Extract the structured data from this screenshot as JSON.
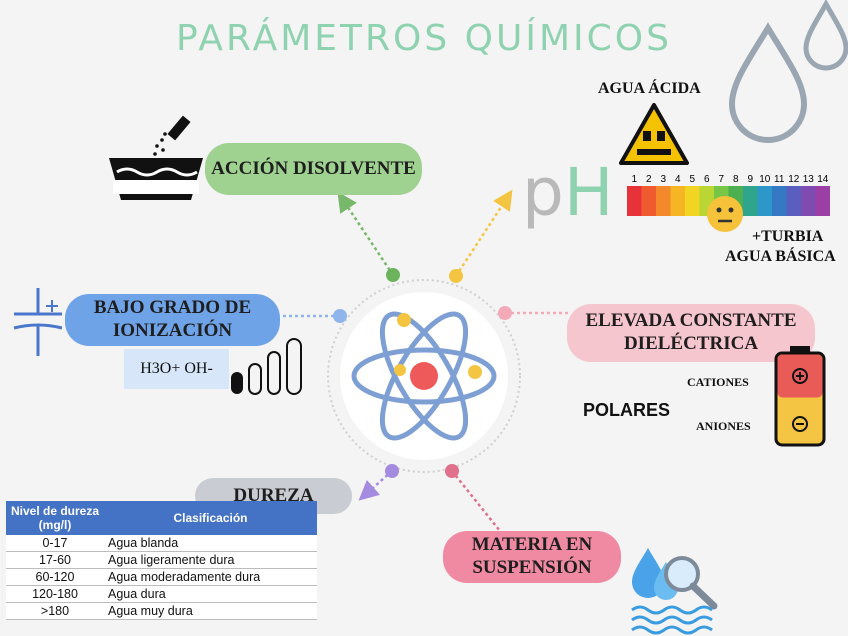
{
  "title": "PARÁMETROS QUÍMICOS",
  "nodes": {
    "disolvente": "ACCIÓN DISOLVENTE",
    "ionizacion_line1": "BAJO GRADO DE",
    "ionizacion_line2": "IONIZACIÓN",
    "ions": "H3O+   OH-",
    "dielectrica_line1": "ELEVADA CONSTANTE",
    "dielectrica_line2": "DIELÉCTRICA",
    "dureza": "DUREZA",
    "materia_line1": "MATERIA EN",
    "materia_line2": "SUSPENSIÓN"
  },
  "ph": {
    "symbol": "pH",
    "acid_label": "AGUA ÁCIDA",
    "basic_line1": "+TURBIA",
    "basic_line2": "AGUA BÁSICA",
    "scale": [
      "1",
      "2",
      "3",
      "4",
      "5",
      "6",
      "7",
      "8",
      "9",
      "10",
      "11",
      "12",
      "13",
      "14"
    ],
    "scale_colors": [
      "#e8323a",
      "#ef5a2f",
      "#f3892a",
      "#f6b624",
      "#f2d425",
      "#b9d632",
      "#78c646",
      "#4caf50",
      "#2ea58c",
      "#2e97c9",
      "#3578c4",
      "#5a5fbf",
      "#7f4bb0",
      "#9b3fa4"
    ]
  },
  "battery": {
    "polares": "POLARES",
    "cationes": "CATIONES",
    "aniones": "ANIONES"
  },
  "hardness_table": {
    "headers": [
      "Nivel de dureza (mg/l)",
      "Clasificación"
    ],
    "rows": [
      [
        "0-17",
        "Agua blanda"
      ],
      [
        "17-60",
        "Agua ligeramente dura"
      ],
      [
        "60-120",
        "Agua moderadamente dura"
      ],
      [
        "120-180",
        "Agua dura"
      ],
      [
        ">180",
        "Agua muy dura"
      ]
    ]
  },
  "colors": {
    "title": "#8fd2b0",
    "green": "#9fd190",
    "blue": "#6fa3e8",
    "pink_light": "#f6c6ce",
    "pink": "#f08aa2",
    "grey": "#c9ccd3",
    "yellow": "#f4c542",
    "purple": "#a58be0",
    "table_header": "#4472c4"
  }
}
